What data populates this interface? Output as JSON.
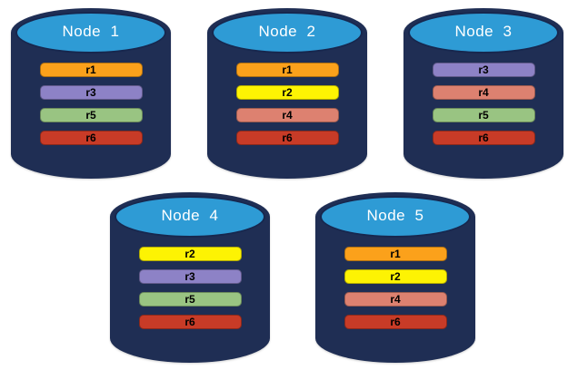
{
  "diagram": {
    "description": "Five database nodes showing replica placement",
    "theme": {
      "cylinder_body_color": "#1f2e54",
      "cylinder_cap_color": "#2e9bd5",
      "title_text_color": "#ffffff",
      "bar_text_color": "#000000"
    },
    "replica_colors": {
      "r1": "#fba11b",
      "r2": "#fdf303",
      "r3": "#8d82c6",
      "r4": "#dd8170",
      "r5": "#99c482",
      "r6": "#c83b27"
    }
  },
  "nodes": [
    {
      "title": "Node  1",
      "bars": [
        {
          "label": "r1",
          "color": "#fba11b"
        },
        {
          "label": "r3",
          "color": "#8d82c6"
        },
        {
          "label": "r5",
          "color": "#99c482"
        },
        {
          "label": "r6",
          "color": "#c83b27"
        }
      ]
    },
    {
      "title": "Node  2",
      "bars": [
        {
          "label": "r1",
          "color": "#fba11b"
        },
        {
          "label": "r2",
          "color": "#fdf303"
        },
        {
          "label": "r4",
          "color": "#dd8170"
        },
        {
          "label": "r6",
          "color": "#c83b27"
        }
      ]
    },
    {
      "title": "Node  3",
      "bars": [
        {
          "label": "r3",
          "color": "#8d82c6"
        },
        {
          "label": "r4",
          "color": "#dd8170"
        },
        {
          "label": "r5",
          "color": "#99c482"
        },
        {
          "label": "r6",
          "color": "#c83b27"
        }
      ]
    },
    {
      "title": "Node  4",
      "bars": [
        {
          "label": "r2",
          "color": "#fdf303"
        },
        {
          "label": "r3",
          "color": "#8d82c6"
        },
        {
          "label": "r5",
          "color": "#99c482"
        },
        {
          "label": "r6",
          "color": "#c83b27"
        }
      ]
    },
    {
      "title": "Node  5",
      "bars": [
        {
          "label": "r1",
          "color": "#fba11b"
        },
        {
          "label": "r2",
          "color": "#fdf303"
        },
        {
          "label": "r4",
          "color": "#dd8170"
        },
        {
          "label": "r6",
          "color": "#c83b27"
        }
      ]
    }
  ]
}
